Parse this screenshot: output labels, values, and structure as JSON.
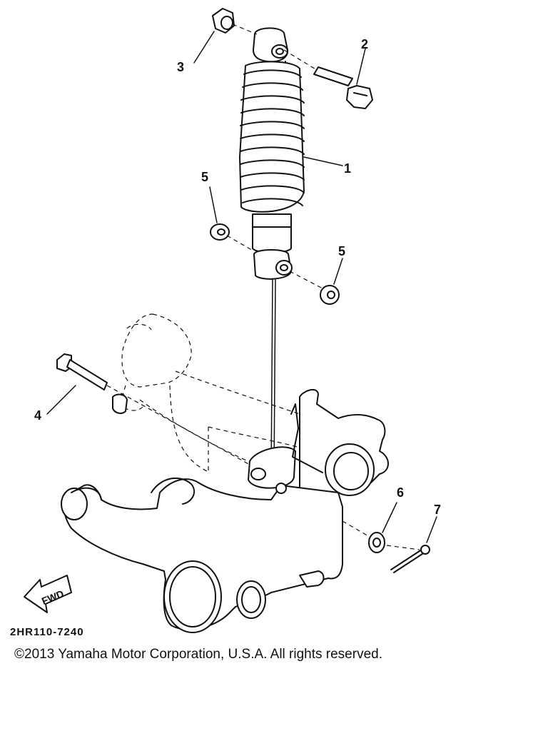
{
  "diagram": {
    "part_callouts": [
      "1",
      "2",
      "3",
      "4",
      "5",
      "5",
      "6",
      "7"
    ],
    "diagram_code": "2HR110-7240",
    "direction_label": "FWD"
  },
  "footer": {
    "copyright": "©2013 Yamaha Motor Corporation, U.S.A. All rights reserved."
  }
}
